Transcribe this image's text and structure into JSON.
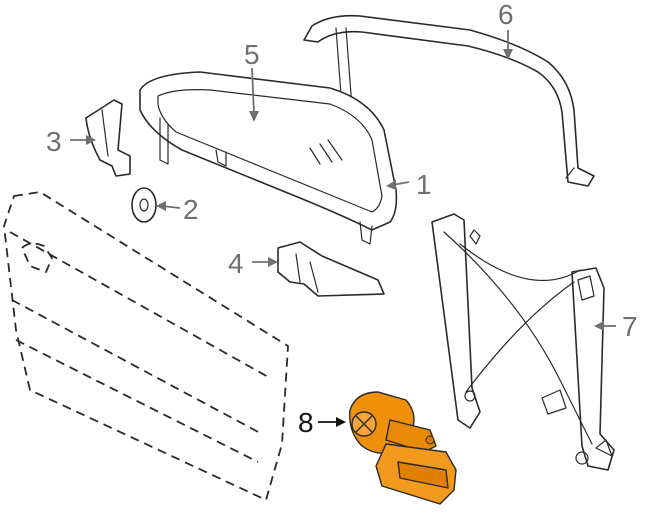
{
  "colors": {
    "background": "#ffffff",
    "line": "#2a2a2a",
    "callout_text": "#6f6f6f",
    "highlight_fill": "#f0900a",
    "highlight_text": "#111111"
  },
  "callouts": [
    {
      "id": "1",
      "label": "1"
    },
    {
      "id": "2",
      "label": "2"
    },
    {
      "id": "3",
      "label": "3"
    },
    {
      "id": "4",
      "label": "4"
    },
    {
      "id": "5",
      "label": "5"
    },
    {
      "id": "6",
      "label": "6"
    },
    {
      "id": "7",
      "label": "7"
    },
    {
      "id": "8",
      "label": "8",
      "highlighted": true
    }
  ]
}
